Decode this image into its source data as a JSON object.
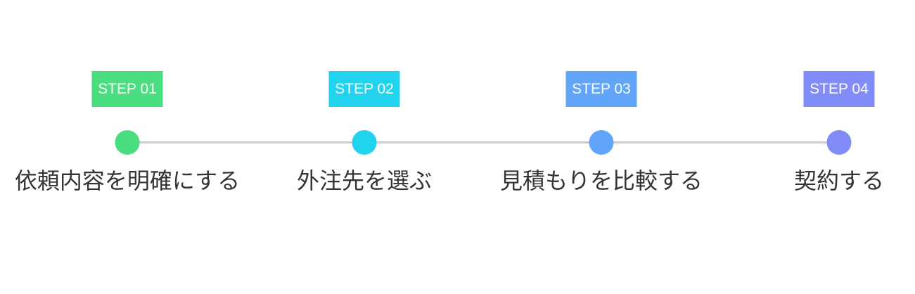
{
  "steps": [
    {
      "badge": "STEP 01",
      "label": "依頼内容を明確にする",
      "color": "#4ade80"
    },
    {
      "badge": "STEP 02",
      "label": "外注先を選ぶ",
      "color": "#22d3ee"
    },
    {
      "badge": "STEP 03",
      "label": "見積もりを比較する",
      "color": "#60a5fa"
    },
    {
      "badge": "STEP 04",
      "label": "契約する",
      "color": "#818cf8"
    }
  ],
  "connector_color": "#cccccc"
}
